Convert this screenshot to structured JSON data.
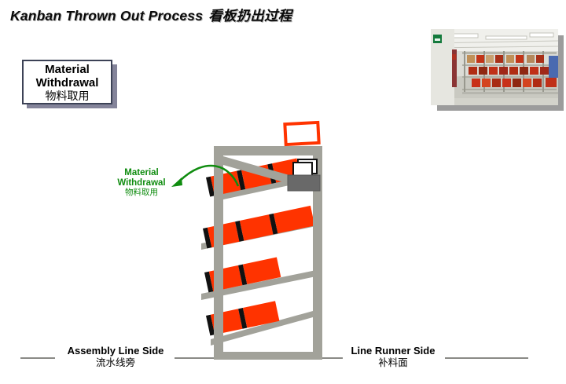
{
  "title": {
    "text_en": "Kanban Thrown Out Process",
    "text_zh": "看板扔出过程"
  },
  "legend_box": {
    "line1": "Material",
    "line2": "Withdrawal",
    "line3": "物料取用"
  },
  "callout": {
    "line1": "Material",
    "line2": "Withdrawal",
    "line3": "物料取用"
  },
  "footer": {
    "left_label_en": "Assembly Line Side",
    "left_label_zh": "流水线旁",
    "right_label_en": "Line Runner Side",
    "right_label_zh": "补料面"
  },
  "diagram": {
    "rack_shelves": 4,
    "bins_per_shelf": [
      3,
      3,
      2,
      2
    ],
    "kanban_cards_in_collection": 2,
    "empty_kanban_outline_count": 1
  },
  "photo": {
    "name": "factory-flow-rack-photo"
  },
  "colors": {
    "bin_orange": "#FF3300",
    "frame_gray": "#A2A29A",
    "collection_box_gray": "#696969",
    "callout_green": "#0F8C0F",
    "legend_border": "#3C4256",
    "legend_shadow": "#84849A",
    "ground_line_gray": "#8A8A86",
    "photo_shadow": "#9C9C9C"
  }
}
